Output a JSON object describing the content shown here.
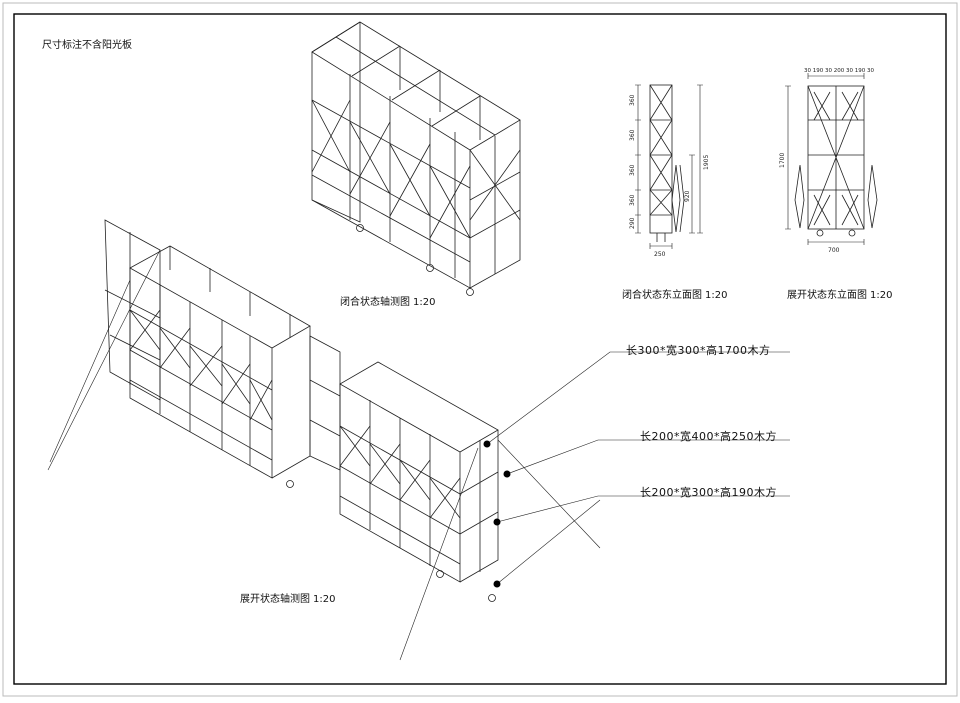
{
  "sheet": {
    "note": "尺寸标注不含阳光板",
    "captions": {
      "closed_axon": {
        "text": "闭合状态轴测图",
        "scale": "1:20"
      },
      "closed_east": {
        "text": "闭合状态东立面图",
        "scale": "1:20"
      },
      "open_east": {
        "text": "展开状态东立面图",
        "scale": "1:20"
      },
      "open_axon": {
        "text": "展开状态轴测图",
        "scale": "1:20"
      }
    },
    "callouts": [
      "长300*宽300*高1700木方",
      "长200*宽400*高250木方",
      "长200*宽300*高190木方"
    ],
    "dims_closed": {
      "segments": [
        "360",
        "360",
        "360",
        "360",
        "290"
      ],
      "overall_height": "1905",
      "lower_height": "920",
      "width": "250"
    },
    "dims_open": {
      "top_row": "30 190 30 200 30 190 30",
      "height": "1700",
      "width": "700"
    }
  }
}
